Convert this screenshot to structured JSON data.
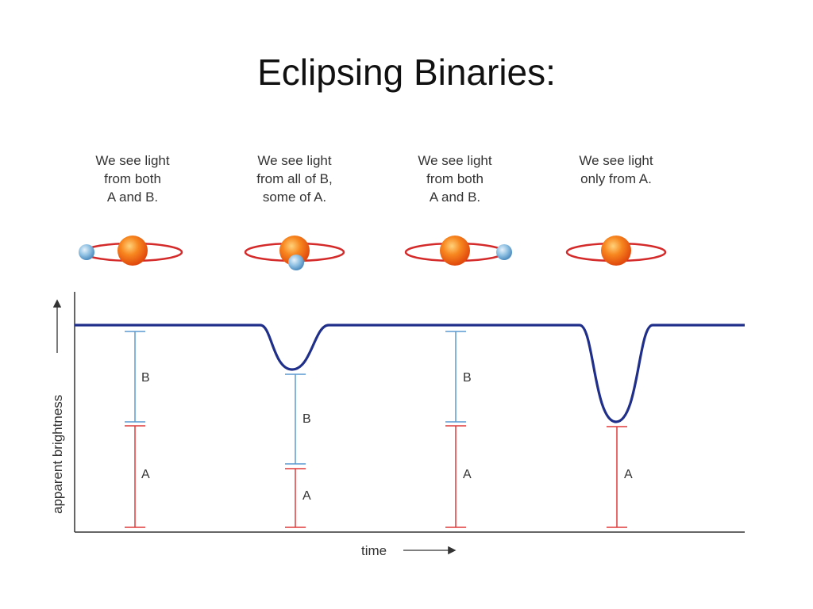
{
  "slide": {
    "title": "Eclipsing Binaries:"
  },
  "diagram": {
    "captions": [
      [
        "We see light",
        "from both",
        "A and B."
      ],
      [
        "We see light",
        "from all of B,",
        "some of A."
      ],
      [
        "We see light",
        "from both",
        "A and B."
      ],
      [
        "We see light",
        "only from A."
      ]
    ],
    "axes": {
      "ylabel": "apparent brightness",
      "xlabel": "time"
    },
    "bar_labels": {
      "a": "A",
      "b": "B"
    },
    "colors": {
      "curve": "#1f2f8a",
      "star_a": "#f26a0f",
      "star_b": "#6fa6cf",
      "orbit": "#d42a2a",
      "bar_a": "#e03a3a",
      "bar_b": "#5a9ad0",
      "axis": "#333333"
    }
  }
}
